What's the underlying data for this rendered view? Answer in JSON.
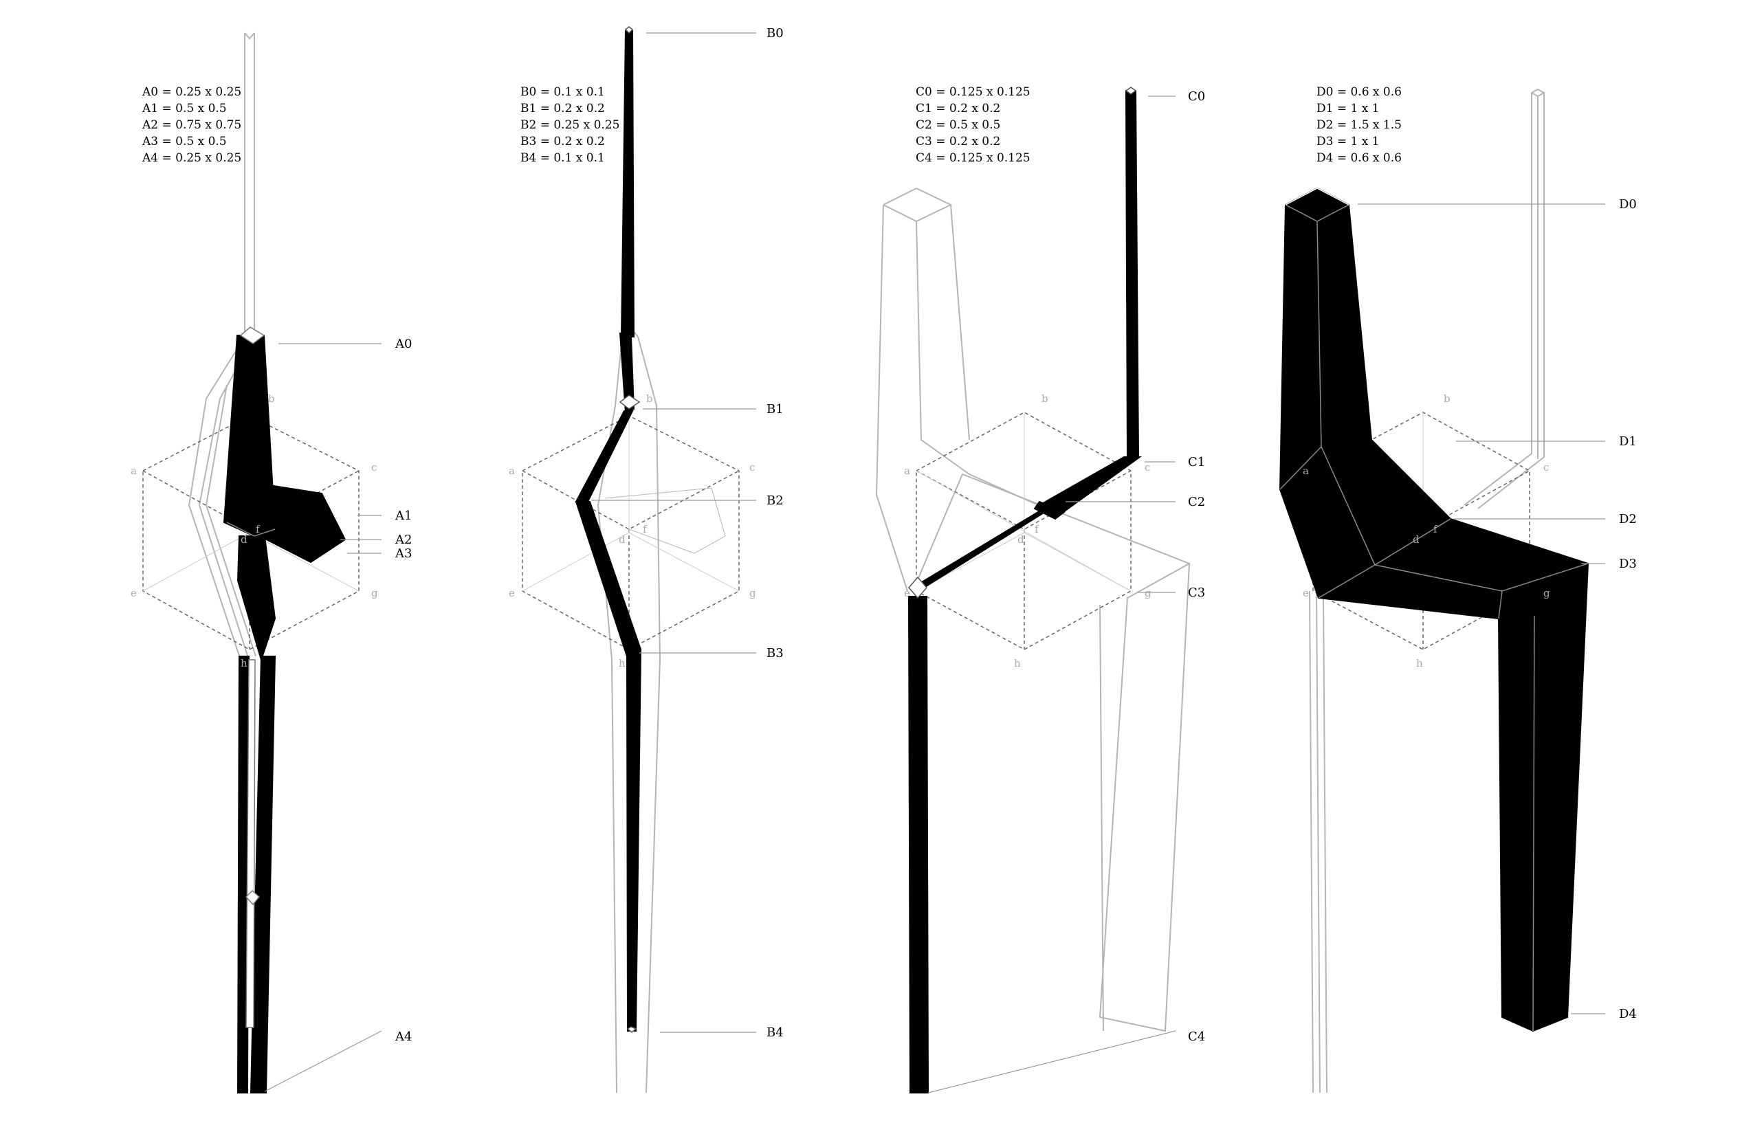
{
  "panels": [
    {
      "id": "A",
      "legend": [
        "A0 = 0.25 x 0.25",
        "A1 = 0.5 x 0.5",
        "A2 = 0.75 x 0.75",
        "A3 = 0.5 x 0.5",
        "A4 = 0.25 x 0.25"
      ],
      "tags": [
        "A0",
        "A1",
        "A2",
        "A3",
        "A4"
      ],
      "vertices": [
        "a",
        "b",
        "c",
        "d",
        "e",
        "f",
        "g",
        "h"
      ]
    },
    {
      "id": "B",
      "legend": [
        "B0 = 0.1 x 0.1",
        "B1 = 0.2 x 0.2",
        "B2 = 0.25 x 0.25",
        "B3 = 0.2 x 0.2",
        "B4 = 0.1 x 0.1"
      ],
      "tags": [
        "B0",
        "B1",
        "B2",
        "B3",
        "B4"
      ],
      "vertices": [
        "a",
        "b",
        "c",
        "d",
        "e",
        "f",
        "g",
        "h"
      ]
    },
    {
      "id": "C",
      "legend": [
        "C0 = 0.125 x 0.125",
        "C1 = 0.2 x 0.2",
        "C2 = 0.5 x 0.5",
        "C3 = 0.2 x 0.2",
        "C4 = 0.125 x 0.125"
      ],
      "tags": [
        "C0",
        "C1",
        "C2",
        "C3",
        "C4"
      ],
      "vertices": [
        "a",
        "b",
        "c",
        "d",
        "e",
        "f",
        "g",
        "h"
      ]
    },
    {
      "id": "D",
      "legend": [
        "D0 = 0.6 x 0.6",
        "D1 = 1 x 1",
        "D2 = 1.5 x 1.5",
        "D3 = 1 x 1",
        "D4 = 0.6 x 0.6"
      ],
      "tags": [
        "D0",
        "D1",
        "D2",
        "D3",
        "D4"
      ],
      "vertices": [
        "a",
        "b",
        "c",
        "d",
        "e",
        "f",
        "g",
        "h"
      ]
    }
  ],
  "colors": {
    "ink": "#000000",
    "ghost": "#b4b4b4",
    "cube": "#666666",
    "leader": "#9a9a9a",
    "vertex": "#aaaaaa"
  }
}
